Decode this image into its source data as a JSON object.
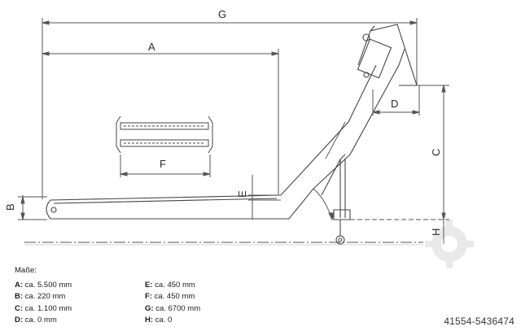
{
  "dimension_labels": {
    "a": "A",
    "b": "B",
    "c": "C",
    "d": "D",
    "e": "E",
    "f": "F",
    "g": "G",
    "h": "H"
  },
  "legend": {
    "title": "Maße:",
    "left": [
      {
        "key": "A:",
        "value": "ca. 5.500 mm"
      },
      {
        "key": "B:",
        "value": "ca. 220 mm"
      },
      {
        "key": "C:",
        "value": "ca. 1.100 mm"
      },
      {
        "key": "D:",
        "value": "ca. 0 mm"
      }
    ],
    "right": [
      {
        "key": "E:",
        "value": "ca. 450 mm"
      },
      {
        "key": "F:",
        "value": "ca. 450 mm"
      },
      {
        "key": "G:",
        "value": "ca. 6700 mm"
      },
      {
        "key": "H:",
        "value": "ca.  0"
      }
    ]
  },
  "listing_id": "41554-5436474",
  "colors": {
    "line": "#555555",
    "light_line": "#8a8a8a"
  }
}
